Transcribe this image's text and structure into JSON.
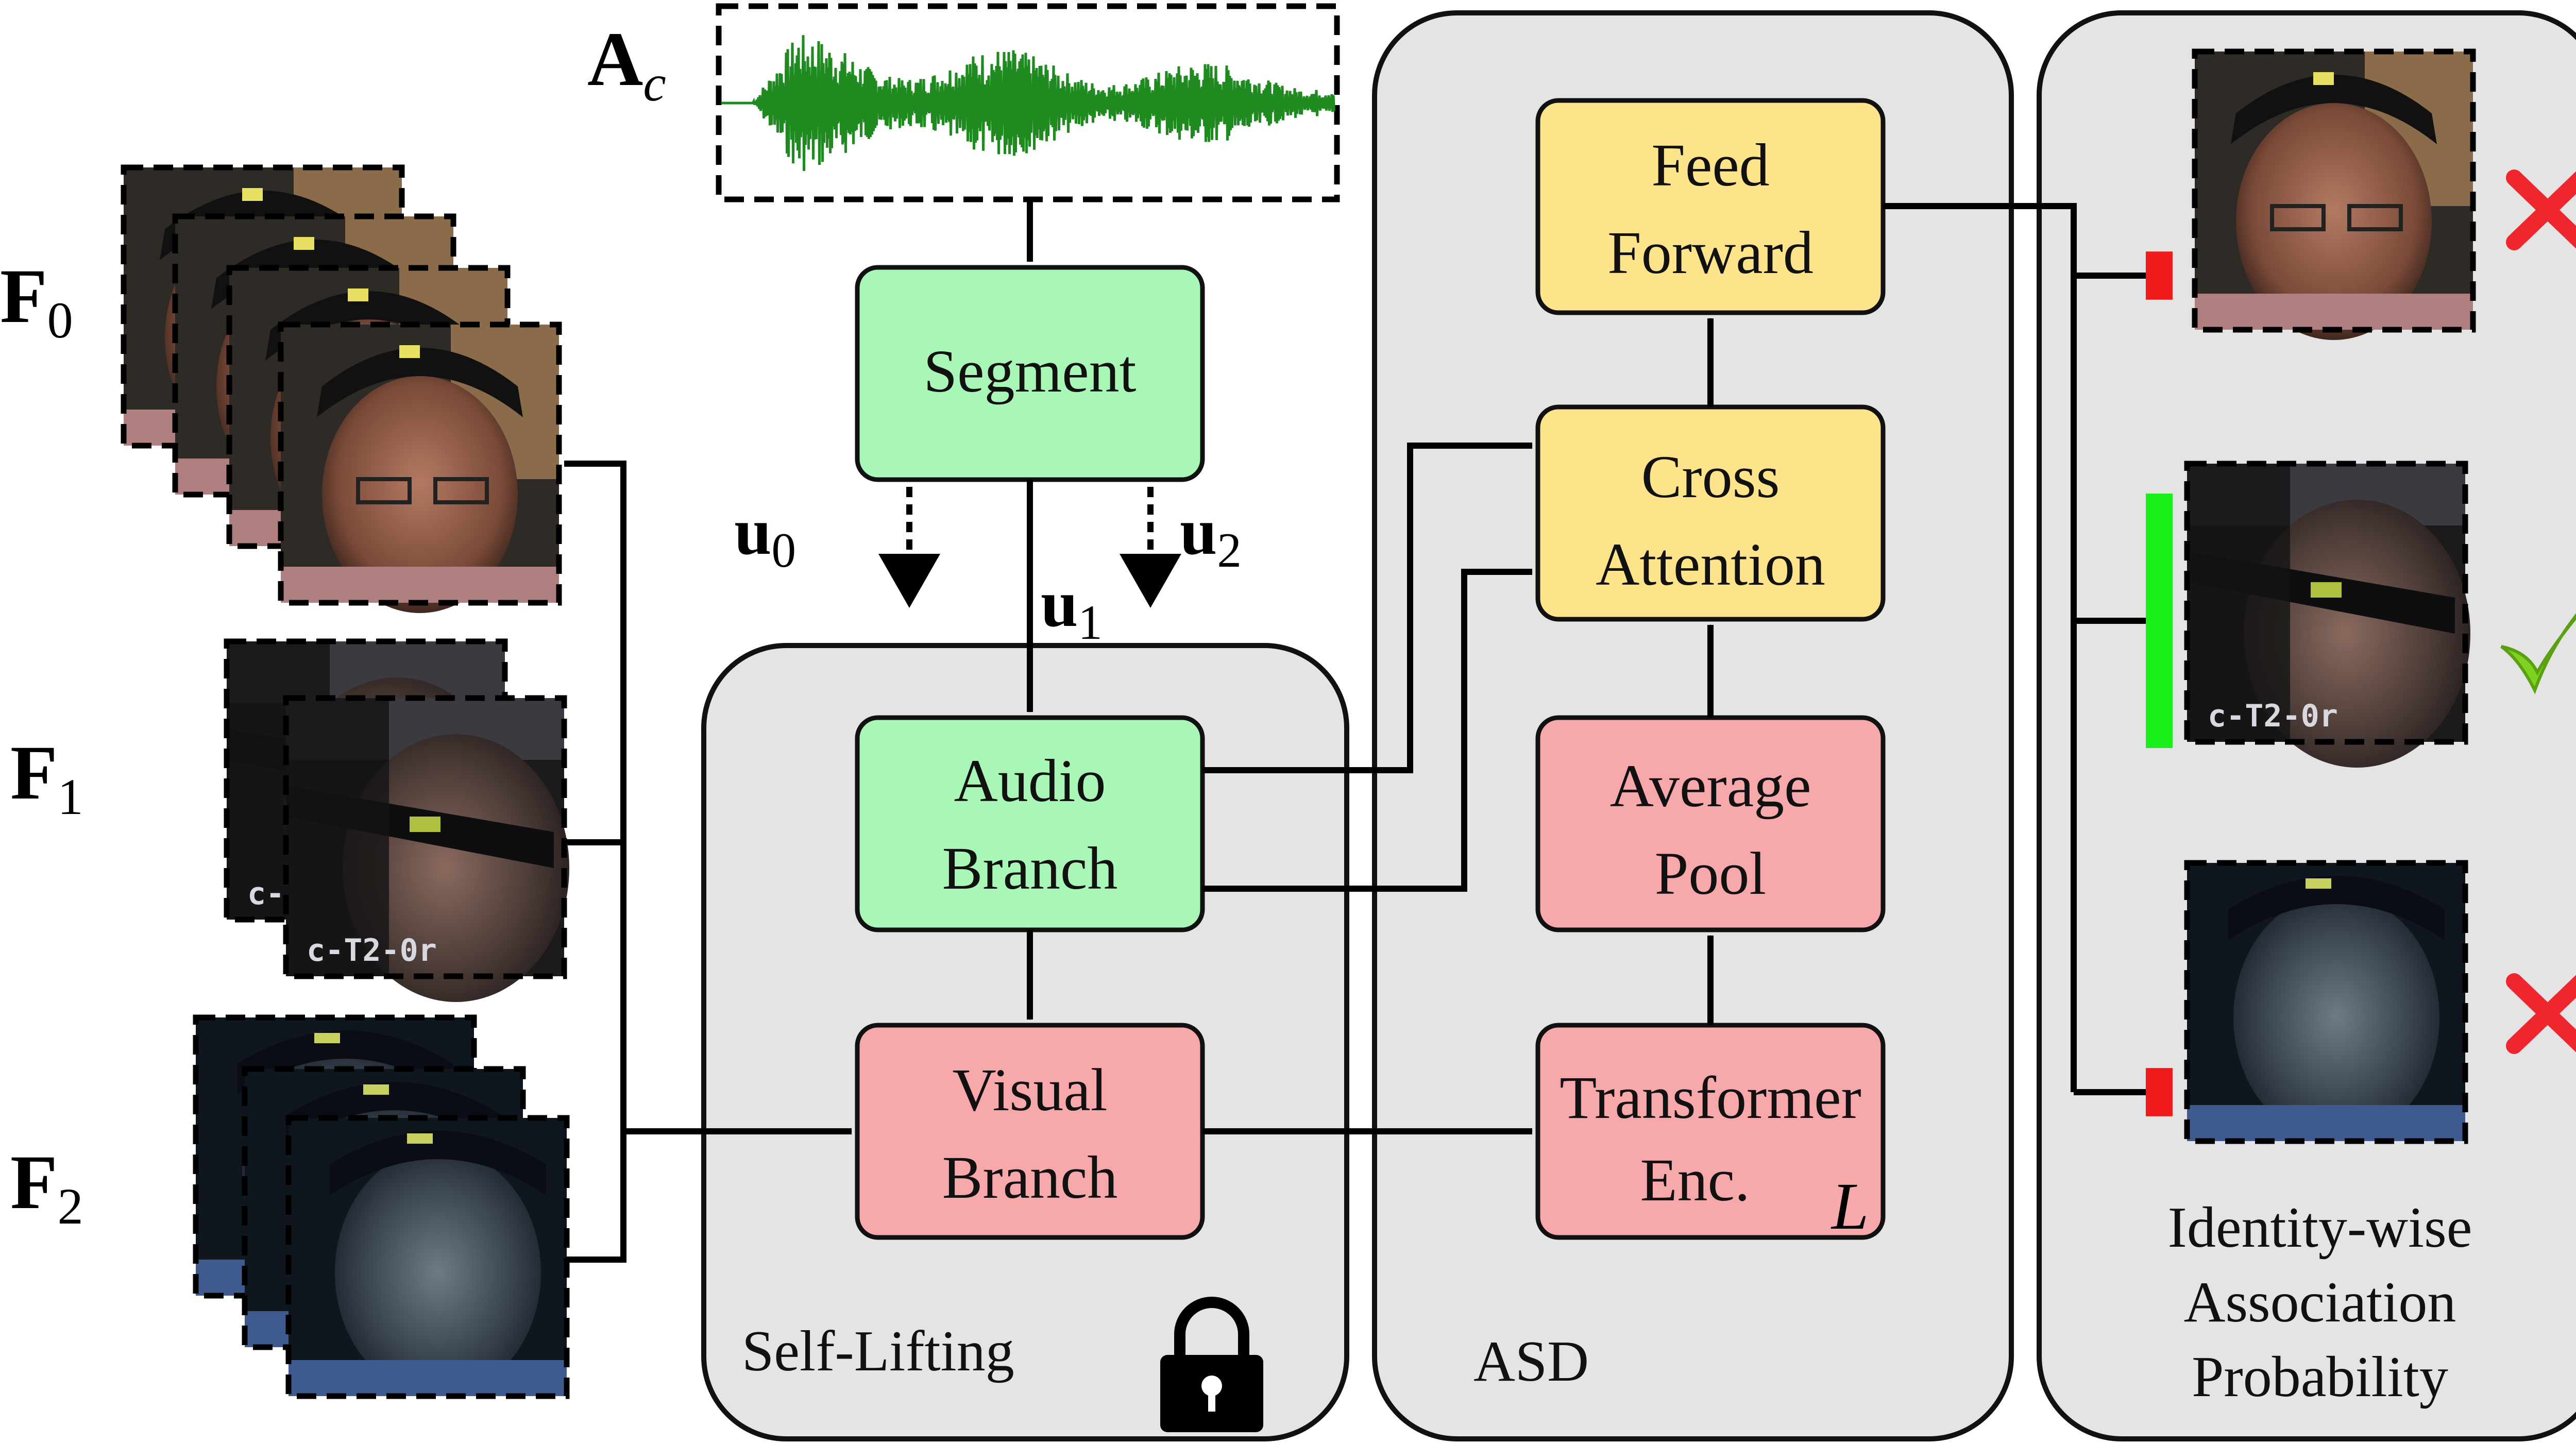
{
  "inputs": {
    "audio_symbol": "A",
    "audio_sub": "c",
    "frames": [
      {
        "symbol": "F",
        "sub": "0"
      },
      {
        "symbol": "F",
        "sub": "1"
      },
      {
        "symbol": "F",
        "sub": "2"
      }
    ]
  },
  "segment": {
    "label": "Segment",
    "outputs": [
      {
        "symbol": "u",
        "sub": "0"
      },
      {
        "symbol": "u",
        "sub": "1"
      },
      {
        "symbol": "u",
        "sub": "2"
      }
    ]
  },
  "self_lifting": {
    "caption": "Self-Lifting",
    "audio_branch": [
      "Audio",
      "Branch"
    ],
    "visual_branch": [
      "Visual",
      "Branch"
    ]
  },
  "asd": {
    "caption": "ASD",
    "feed_forward": [
      "Feed",
      "Forward"
    ],
    "cross_attention": [
      "Cross",
      "Attention"
    ],
    "average_pool": [
      "Average",
      "Pool"
    ],
    "transformer": [
      "Transformer",
      "Enc."
    ],
    "transformer_repeat": "L"
  },
  "output": {
    "caption": [
      "Identity-wise",
      "Association",
      "Probability"
    ],
    "results": [
      {
        "probability": 0.18,
        "match": false
      },
      {
        "probability": 0.95,
        "match": true
      },
      {
        "probability": 0.18,
        "match": false
      }
    ]
  },
  "colors": {
    "green_box": "#a9f7b7",
    "red_box": "#f7a8ab",
    "yellow_box": "#fde48a",
    "panel": "#e4e4e4",
    "waveform": "#1f8a1f",
    "prob_high": "#19f019",
    "prob_low": "#f01a1a",
    "check": "#7ed321",
    "cross": "#f0262e"
  },
  "icons": [
    "lock-icon",
    "check-icon",
    "cross-icon"
  ]
}
